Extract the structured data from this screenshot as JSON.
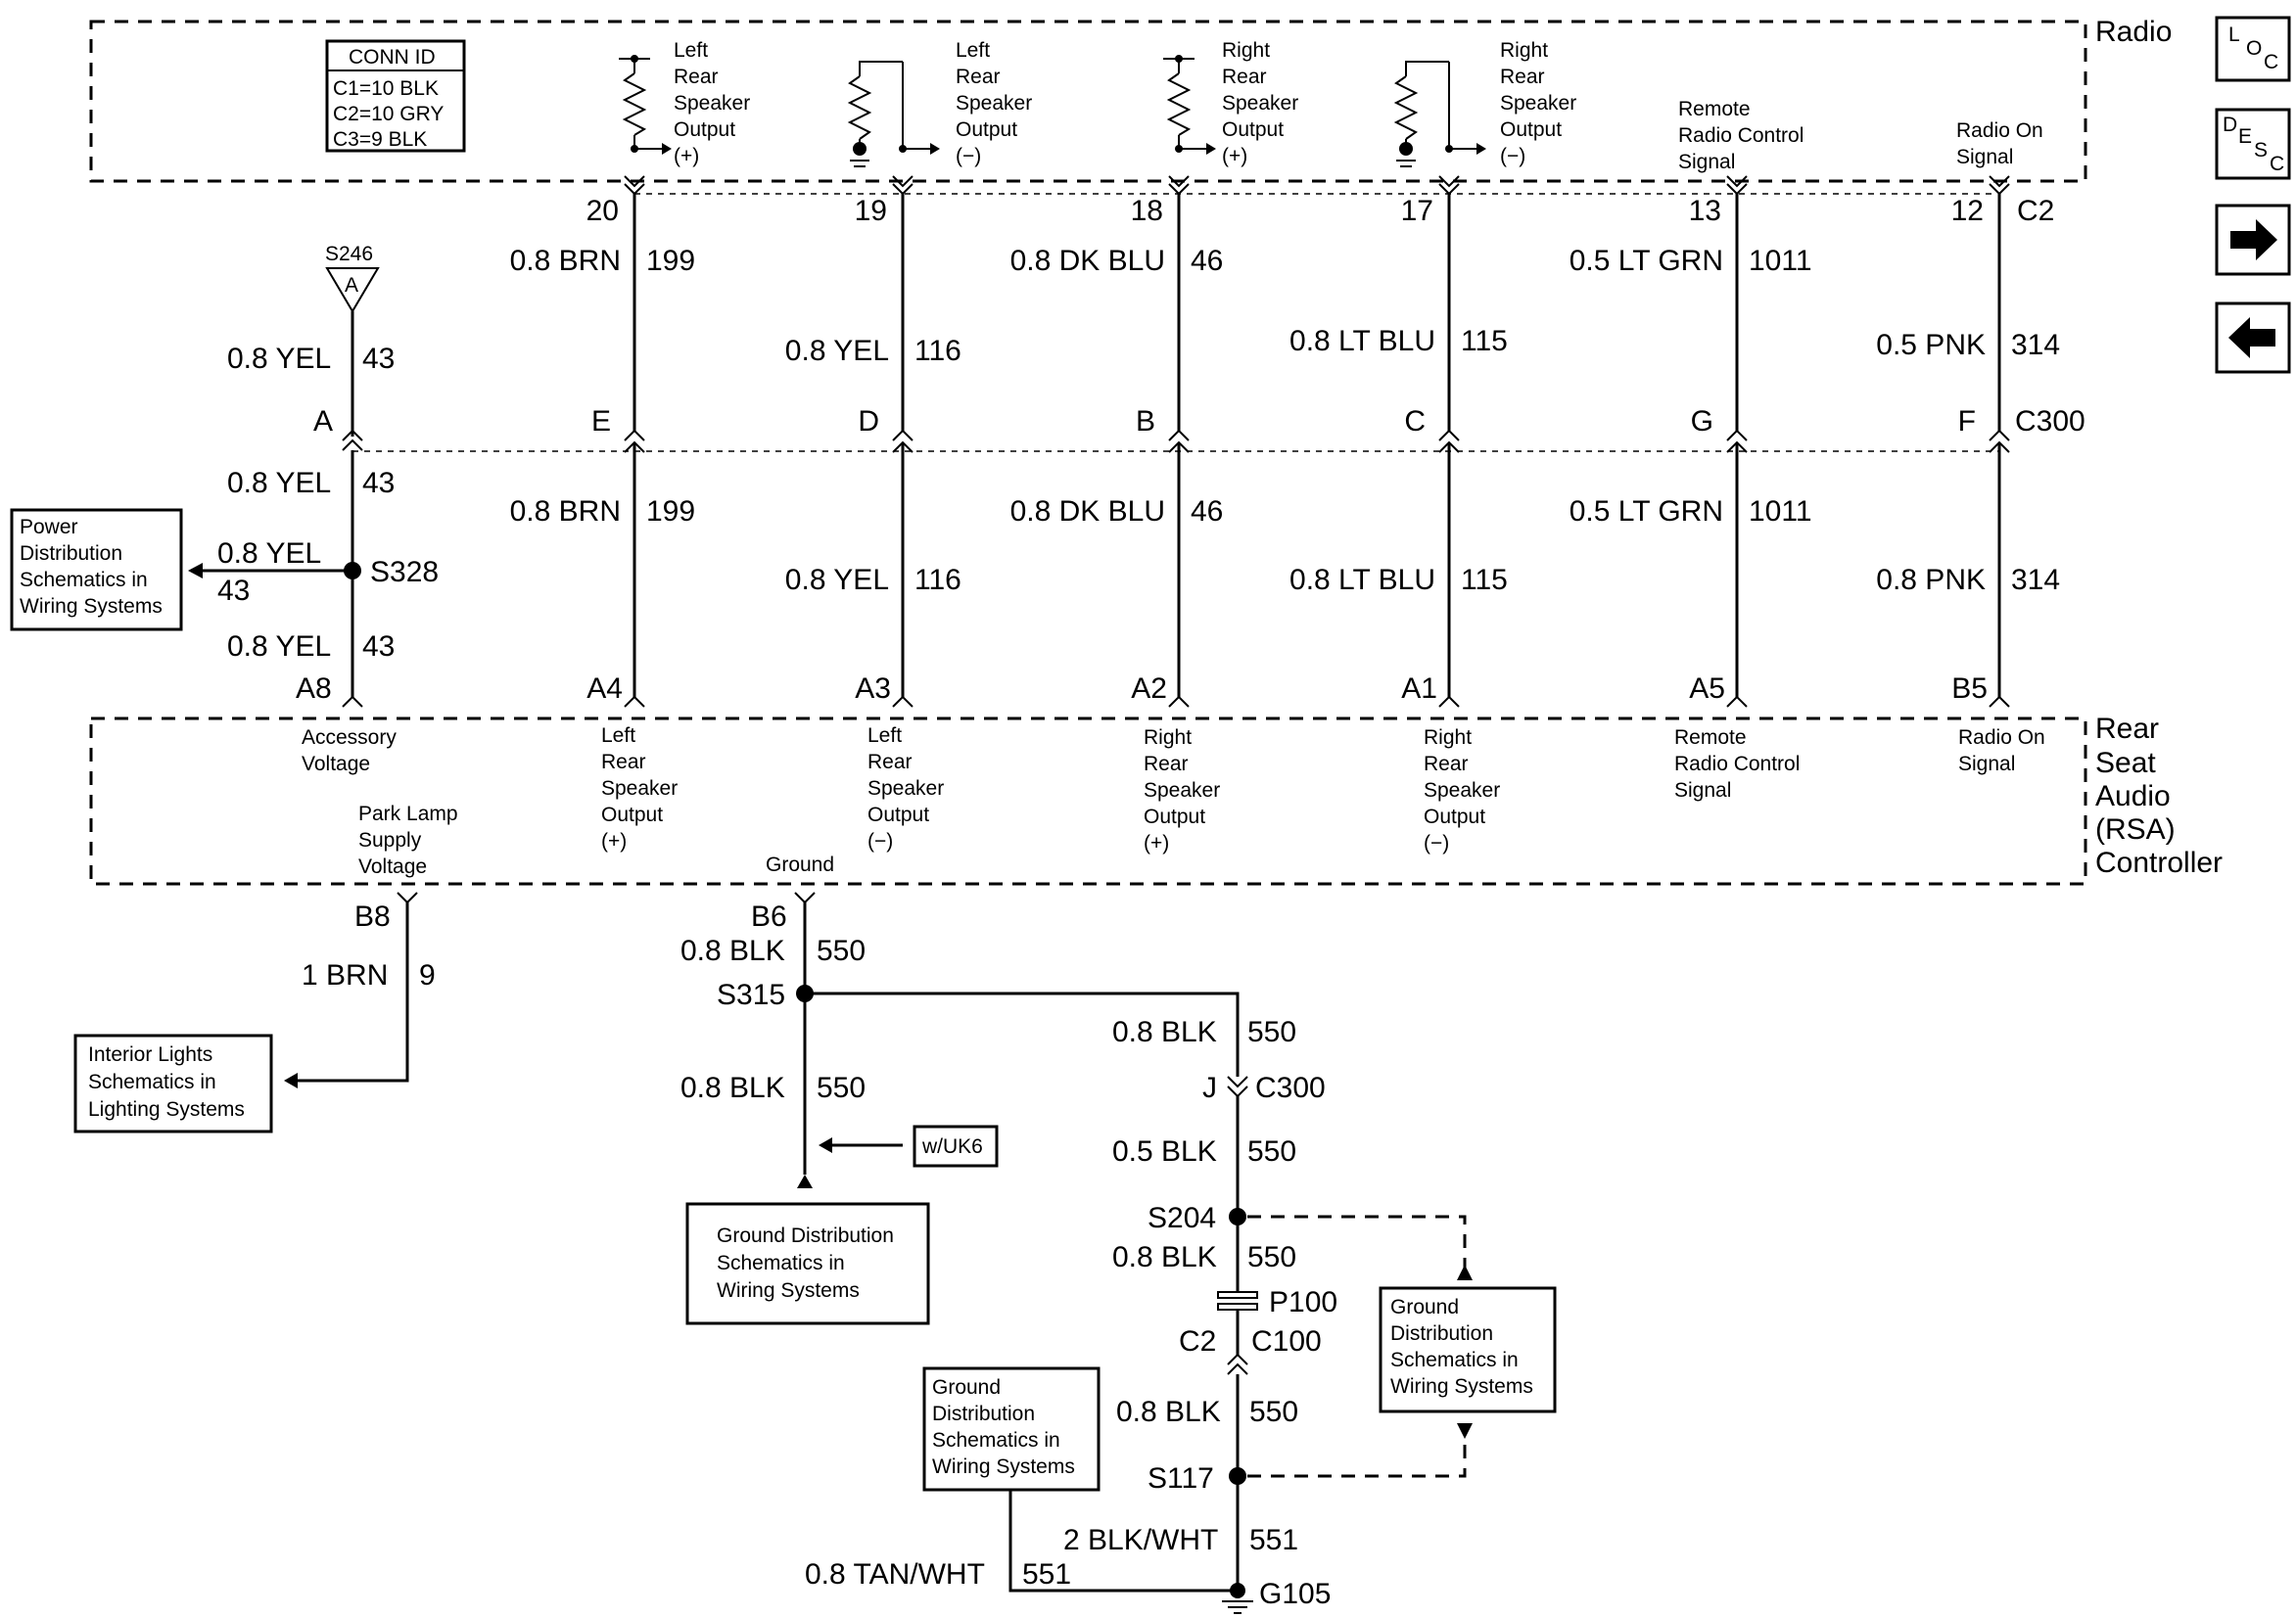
{
  "components": {
    "radio": "Radio",
    "rsa": [
      "Rear",
      "Seat",
      "Audio",
      "(RSA)",
      "Controller"
    ]
  },
  "conn_id": {
    "title": "CONN ID",
    "rows": [
      "C1=10 BLK",
      "C2=10 GRY",
      "C3=9 BLK"
    ]
  },
  "radio_circuits": [
    {
      "lines": [
        "Left",
        "Rear",
        "Speaker",
        "Output",
        "(+)"
      ]
    },
    {
      "lines": [
        "Left",
        "Rear",
        "Speaker",
        "Output",
        "(−)"
      ]
    },
    {
      "lines": [
        "Right",
        "Rear",
        "Speaker",
        "Output",
        "(+)"
      ]
    },
    {
      "lines": [
        "Right",
        "Rear",
        "Speaker",
        "Output",
        "(−)"
      ]
    },
    {
      "lines": [
        "Remote",
        "Radio Control",
        "Signal"
      ]
    },
    {
      "lines": [
        "Radio On",
        "Signal"
      ]
    }
  ],
  "rsa_circuits": [
    {
      "lines": [
        "Accessory",
        "Voltage"
      ]
    },
    {
      "lines": [
        "Left",
        "Rear",
        "Speaker",
        "Output",
        "(+)"
      ]
    },
    {
      "lines": [
        "Left",
        "Rear",
        "Speaker",
        "Output",
        "(−)"
      ]
    },
    {
      "lines": [
        "Right",
        "Rear",
        "Speaker",
        "Output",
        "(+)"
      ]
    },
    {
      "lines": [
        "Right",
        "Rear",
        "Speaker",
        "Output",
        "(−)"
      ]
    },
    {
      "lines": [
        "Remote",
        "Radio Control",
        "Signal"
      ]
    },
    {
      "lines": [
        "Radio On",
        "Signal"
      ]
    },
    {
      "lines": [
        "Park Lamp",
        "Supply",
        "Voltage"
      ]
    },
    {
      "lines": [
        "Ground"
      ]
    }
  ],
  "wires": [
    {
      "c2_pin": "20",
      "wire_upper": "0.8 BRN",
      "circ_upper": "199",
      "c300_pin": "E",
      "wire_lower": "0.8 BRN",
      "circ_lower": "199",
      "rsa_pin": "A4"
    },
    {
      "c2_pin": "19",
      "wire_upper": "0.8 YEL",
      "circ_upper": "116",
      "c300_pin": "D",
      "wire_lower": "0.8 YEL",
      "circ_lower": "116",
      "rsa_pin": "A3"
    },
    {
      "c2_pin": "18",
      "wire_upper": "0.8 DK BLU",
      "circ_upper": "46",
      "c300_pin": "B",
      "wire_lower": "0.8 DK BLU",
      "circ_lower": "46",
      "rsa_pin": "A2"
    },
    {
      "c2_pin": "17",
      "wire_upper": "0.8 LT BLU",
      "circ_upper": "115",
      "c300_pin": "C",
      "wire_lower": "0.8 LT BLU",
      "circ_lower": "115",
      "rsa_pin": "A1"
    },
    {
      "c2_pin": "13",
      "wire_upper": "0.5 LT GRN",
      "circ_upper": "1011",
      "c300_pin": "G",
      "wire_lower": "0.5 LT GRN",
      "circ_lower": "1011",
      "rsa_pin": "A5"
    },
    {
      "c2_pin": "12",
      "wire_upper": "0.5 PNK",
      "circ_upper": "314",
      "c300_pin": "F",
      "wire_lower": "0.8 PNK",
      "circ_lower": "314",
      "rsa_pin": "B5"
    }
  ],
  "connectors": {
    "c2": "C2",
    "c300": "C300"
  },
  "accessory": {
    "splice_top": "S246",
    "splice_top_letter": "A",
    "wire1": "0.8 YEL",
    "circ1": "43",
    "c300_pin": "A",
    "wire2": "0.8 YEL",
    "circ2": "43",
    "splice": "S328",
    "branch_wire": "0.8 YEL",
    "branch_circ": "43",
    "wire3": "0.8 YEL",
    "circ3": "43",
    "rsa_pin": "A8"
  },
  "park_lamp": {
    "rsa_pin": "B8",
    "wire": "1 BRN",
    "circ": "9"
  },
  "ground": {
    "rsa_pin": "B6",
    "wire1": "0.8 BLK",
    "circ1": "550",
    "splice1": "S315",
    "wire2": "0.8 BLK",
    "circ2": "550",
    "option": "w/UK6",
    "wire3": "0.8 BLK",
    "circ3": "550",
    "c300_pin": "J",
    "c300": "C300",
    "wire4": "0.5 BLK",
    "circ4": "550",
    "splice2": "S204",
    "wire5": "0.8 BLK",
    "circ5": "550",
    "p100": "P100",
    "c100_pin": "C2",
    "c100": "C100",
    "wire6": "0.8 BLK",
    "circ6": "550",
    "splice3": "S117",
    "wire7": "2 BLK/WHT",
    "circ7": "551",
    "wire8": "0.8 TAN/WHT",
    "circ8": "551",
    "ground_point": "G105"
  },
  "refs": {
    "power": [
      "Power",
      "Distribution",
      "Schematics in",
      "Wiring Systems"
    ],
    "interior": [
      "Interior Lights",
      "Schematics in",
      "Lighting Systems"
    ],
    "gnd1": [
      "Ground Distribution",
      "Schematics in",
      "Wiring Systems"
    ],
    "gnd2": [
      "Ground",
      "Distribution",
      "Schematics in",
      "Wiring Systems"
    ],
    "gnd3": [
      "Ground",
      "Distribution",
      "Schematics in",
      "Wiring Systems"
    ]
  },
  "nav": {
    "loc": [
      "L",
      "O",
      "C"
    ],
    "desc": [
      "D",
      "E",
      "S",
      "C"
    ],
    "next_icon": "arrow-right",
    "prev_icon": "arrow-left"
  }
}
